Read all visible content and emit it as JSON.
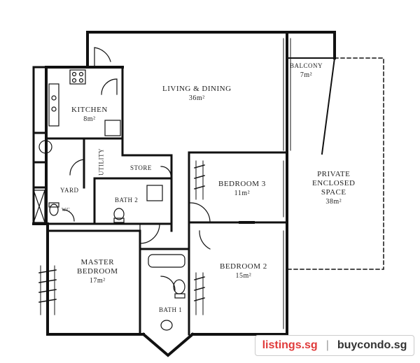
{
  "rooms": {
    "living": {
      "name": "LIVING & DINING",
      "area": "36m²"
    },
    "balcony": {
      "name": "BALCONY",
      "area": "7m²"
    },
    "kitchen": {
      "name": "KITCHEN",
      "area": "8m²"
    },
    "utility": {
      "name": "UTILITY"
    },
    "store": {
      "name": "STORE"
    },
    "yard": {
      "name": "YARD"
    },
    "wc": {
      "name": "WC"
    },
    "bath2": {
      "name": "BATH 2"
    },
    "bedroom3": {
      "name": "BEDROOM 3",
      "area": "11m²"
    },
    "pes": {
      "name_line1": "PRIVATE",
      "name_line2": "ENCLOSED",
      "name_line3": "SPACE",
      "area": "38m²"
    },
    "master": {
      "name_line1": "MASTER",
      "name_line2": "BEDROOM",
      "area": "17m²"
    },
    "bedroom2": {
      "name": "BEDROOM 2",
      "area": "15m²"
    },
    "bath1": {
      "name": "BATH 1"
    }
  },
  "watermark": {
    "site1": "listings.sg",
    "separator": "|",
    "site2": "buycondo.sg"
  }
}
